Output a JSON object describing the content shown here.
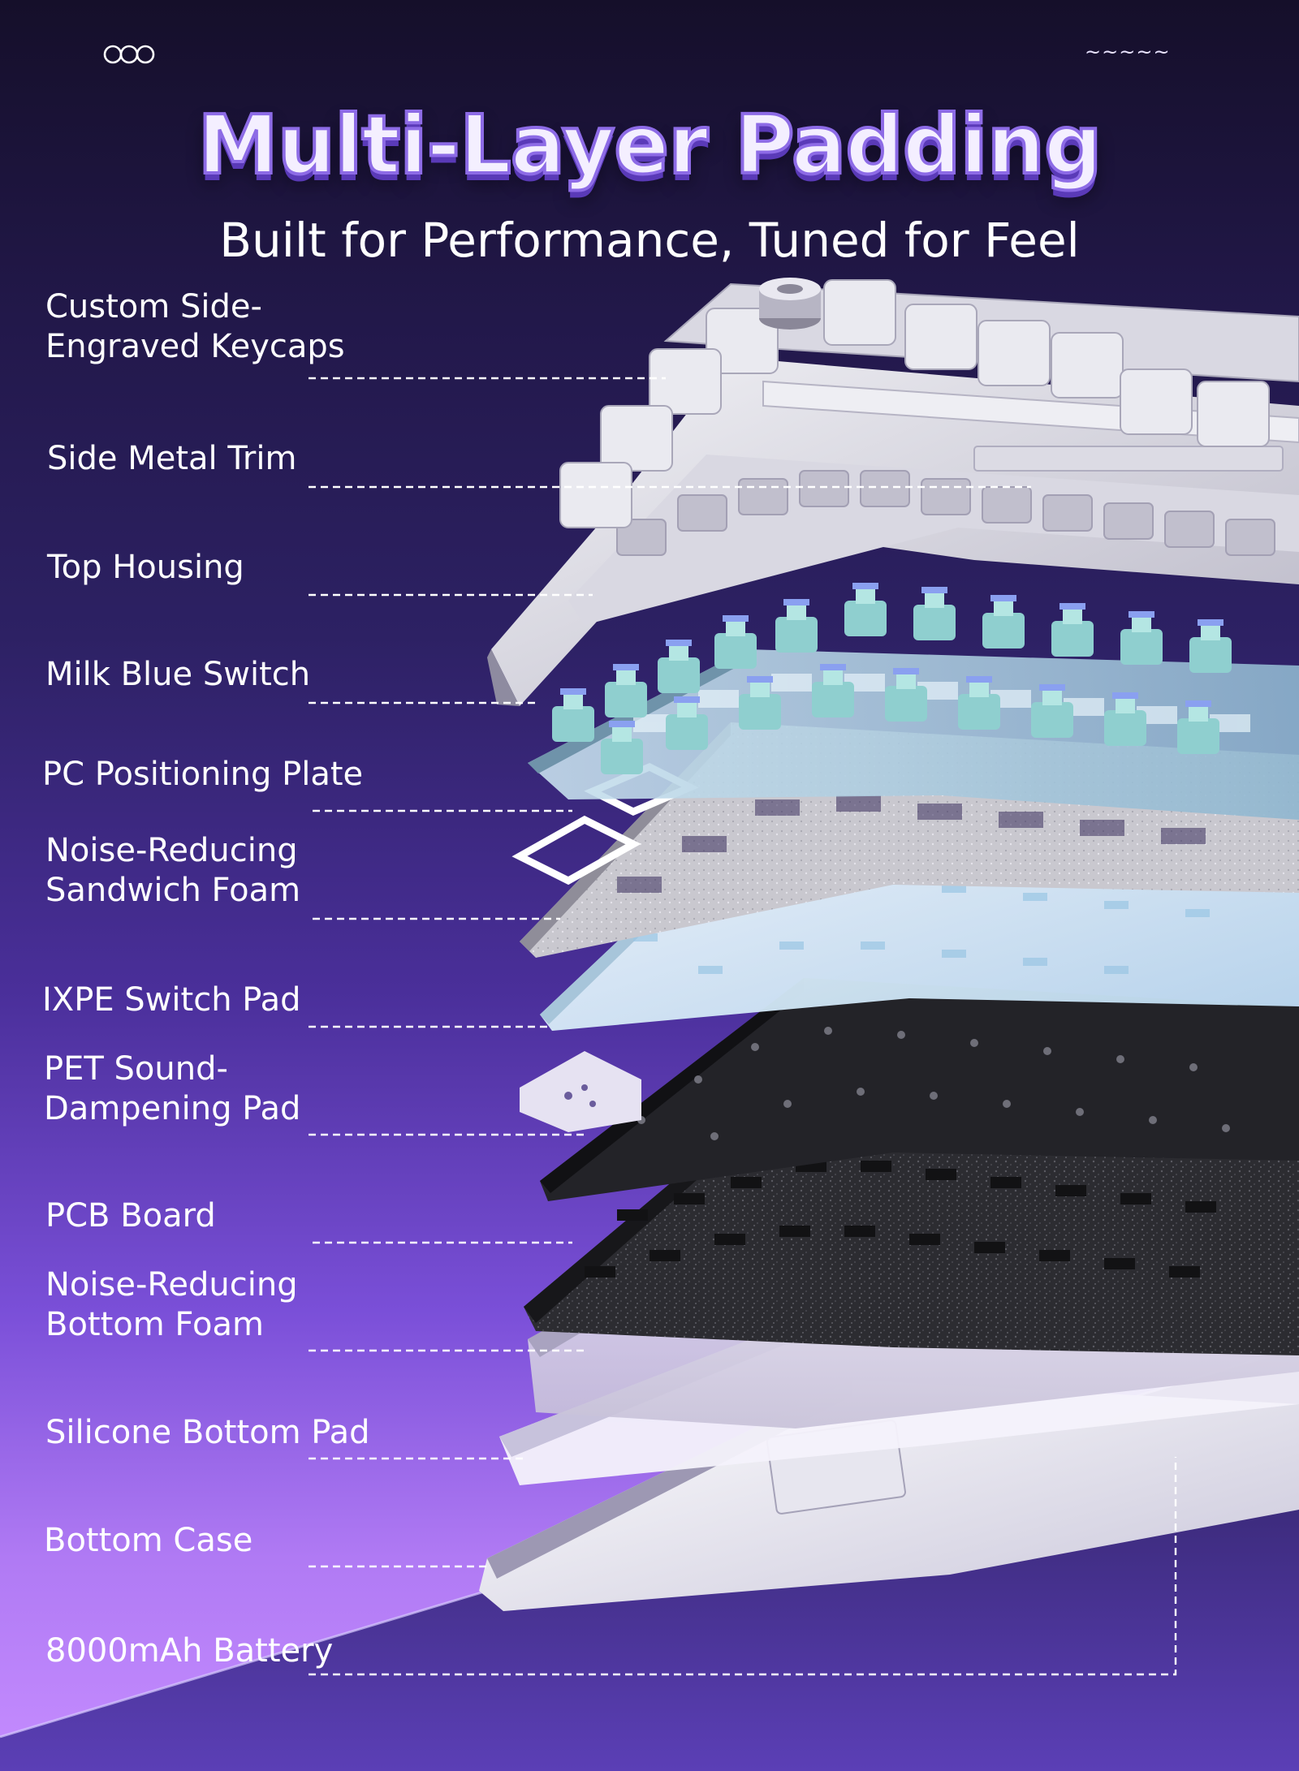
{
  "header": {
    "logo_icon": "three-linked-rings-logo",
    "tilde_mark": "~~~~~",
    "title": "Multi-Layer Padding",
    "subtitle": "Built for Performance, Tuned for Feel"
  },
  "layers": [
    {
      "id": "keycaps",
      "line1": "Custom Side-",
      "line2": "Engraved Keycaps"
    },
    {
      "id": "metal-trim",
      "line1": "Side Metal Trim"
    },
    {
      "id": "top-housing",
      "line1": "Top Housing"
    },
    {
      "id": "switch",
      "line1": "Milk Blue Switch"
    },
    {
      "id": "plate",
      "line1": "PC Positioning Plate"
    },
    {
      "id": "sandwich-foam",
      "line1": "Noise-Reducing",
      "line2": "Sandwich Foam"
    },
    {
      "id": "ixpe",
      "line1": "IXPE Switch Pad"
    },
    {
      "id": "pet",
      "line1": "PET Sound-",
      "line2": "Dampening Pad"
    },
    {
      "id": "pcb",
      "line1": "PCB Board"
    },
    {
      "id": "bottom-foam",
      "line1": "Noise-Reducing",
      "line2": "Bottom Foam"
    },
    {
      "id": "silicone",
      "line1": "Silicone Bottom Pad"
    },
    {
      "id": "bottom-case",
      "line1": "Bottom Case"
    },
    {
      "id": "battery",
      "line1": "8000mAh Battery"
    }
  ],
  "colors": {
    "background_top": "#150f2a",
    "background_bottom": "#c58cff",
    "accent": "#8d6be6",
    "switch_stem": "#a9dde0",
    "pcb": "#1f1f22",
    "foam": "#2a2a2e"
  }
}
